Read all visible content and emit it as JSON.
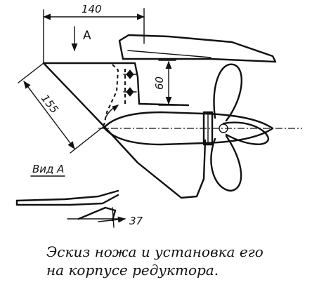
{
  "diagram": {
    "dimensions": {
      "top_width": "140",
      "diagonal": "155",
      "height": "60",
      "angle_small": "37"
    },
    "labels": {
      "view_arrow": "A",
      "view_caption": "Вид А"
    }
  },
  "caption": {
    "line1": "Эскиз ножа и установка его",
    "line2": "на корпусе редуктора."
  }
}
